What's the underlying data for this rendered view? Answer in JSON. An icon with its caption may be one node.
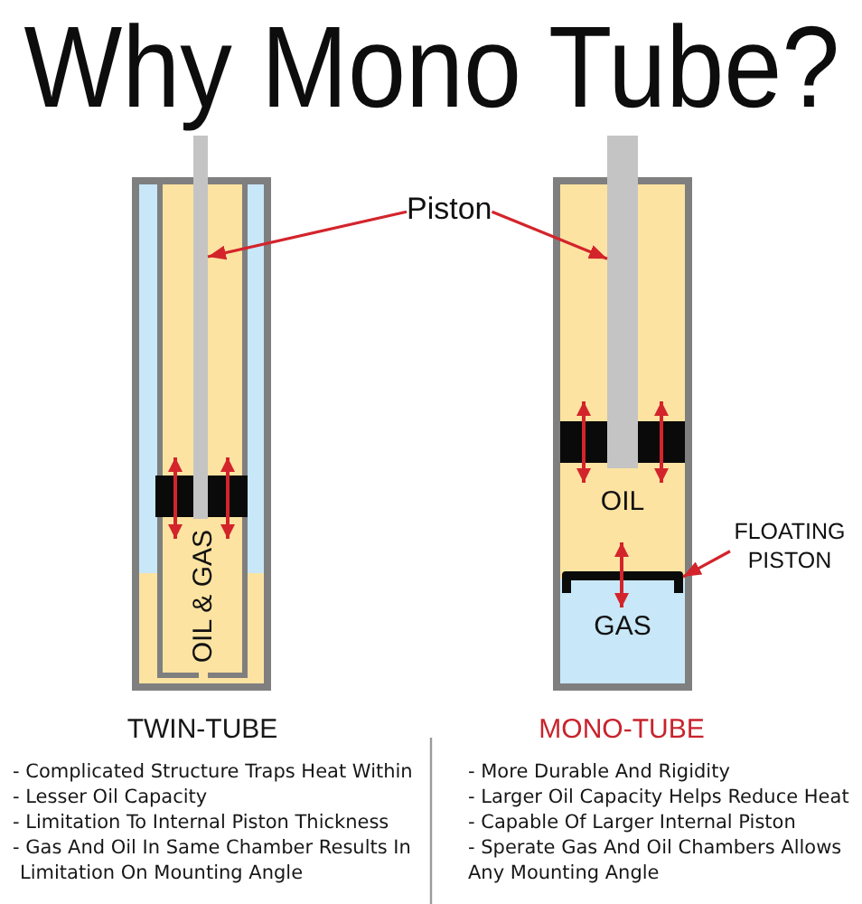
{
  "diagram": {
    "title": "Why Mono Tube?",
    "nodes": [
      {
        "text": [],
        "shape": "bar"
      },
      {
        "text": [],
        "shape": "box"
      },
      {
        "text": [
          "OIL & GAS"
        ],
        "in": 1
      },
      {
        "text": [
          "Piston"
        ]
      },
      {
        "text": [],
        "shape": "bar"
      },
      {
        "text": [],
        "shape": "box"
      },
      {
        "text": [
          "OIL"
        ],
        "in": 5
      },
      {
        "text": [
          "FLOATING PISTON"
        ]
      },
      {
        "text": [],
        "shape": "bar",
        "in": 5
      },
      {
        "text": [
          "GAS"
        ],
        "in": 5
      }
    ],
    "edges": [
      {
        "from": 3,
        "to": 0,
        "arrow": "to"
      },
      {
        "from": 3,
        "to": 4,
        "arrow": "to"
      },
      {
        "from": 7,
        "to": 8,
        "arrow": "to"
      }
    ],
    "labels": [
      "TWIN-TUBE",
      "- Complicated Structure Traps Heat Within",
      "- Lesser Oil Capacity",
      "- Limitation To Internal Piston Thickness",
      "- Gas And Oil In Same Chamber Results In Limitation On Mounting Angle",
      "MONO-TUBE",
      "- More Durable And Rigidity",
      "- Larger Oil Capacity Helps Reduce Heat",
      "- Capable Of Larger Internal Piston",
      "- Sperate Gas And Oil Chambers Allows Any Mounting Angle"
    ]
  }
}
